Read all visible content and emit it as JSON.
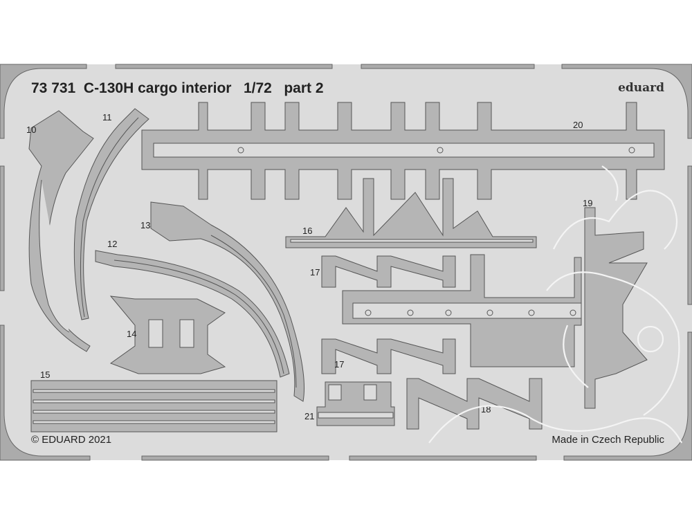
{
  "sheet": {
    "title": "73 731  C-130H cargo interior   1/72   part 2",
    "brand": "eduard",
    "copyright": "© EDUARD 2021",
    "origin": "Made in Czech Republic",
    "colors": {
      "sheet": "#dcdcdc",
      "part": "#b5b5b5",
      "outline": "#555555"
    }
  },
  "parts": {
    "p10": "10",
    "p11": "11",
    "p12": "12",
    "p13": "13",
    "p14": "14",
    "p15": "15",
    "p16": "16",
    "p17a": "17",
    "p17b": "17",
    "p18": "18",
    "p19": "19",
    "p20": "20",
    "p21": "21"
  }
}
